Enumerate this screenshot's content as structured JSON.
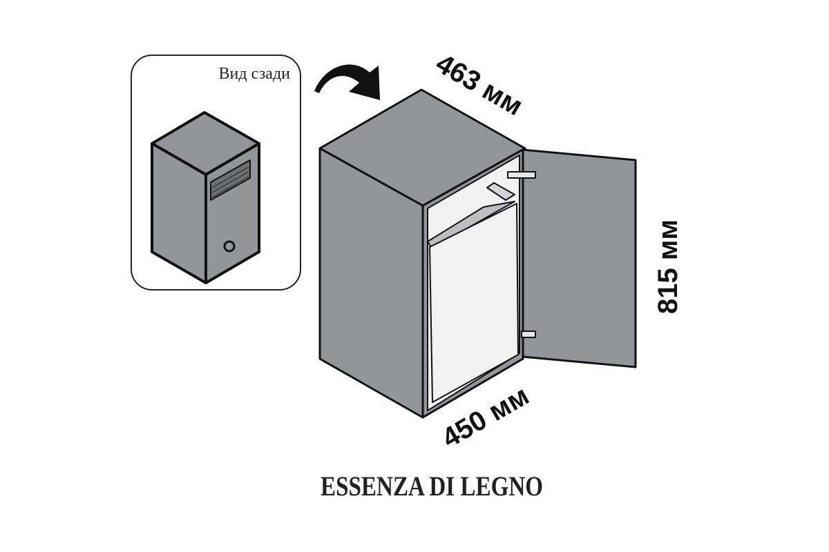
{
  "inset": {
    "label": "Вид сзади"
  },
  "dimensions": {
    "depth": "463 мм",
    "height": "815 мм",
    "width": "450 мм"
  },
  "title": "ESSENZA DI LEGNO",
  "colors": {
    "panel": "#939598",
    "interior": "#f1f1f2",
    "stroke": "#1a1a1a"
  }
}
